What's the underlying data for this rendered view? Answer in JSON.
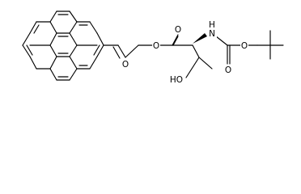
{
  "molecule": {
    "atoms": [
      {
        "id": "o-ketone",
        "text": "O"
      },
      {
        "id": "o-ester-ring",
        "text": "O"
      },
      {
        "id": "o-ester-carbonyl",
        "text": "O"
      },
      {
        "id": "nh",
        "text": "H"
      },
      {
        "id": "n",
        "text": "N"
      },
      {
        "id": "o-carbamate-carbonyl",
        "text": "O"
      },
      {
        "id": "o-carbamate",
        "text": "O"
      },
      {
        "id": "hydroxyl",
        "text": "HO"
      }
    ]
  }
}
